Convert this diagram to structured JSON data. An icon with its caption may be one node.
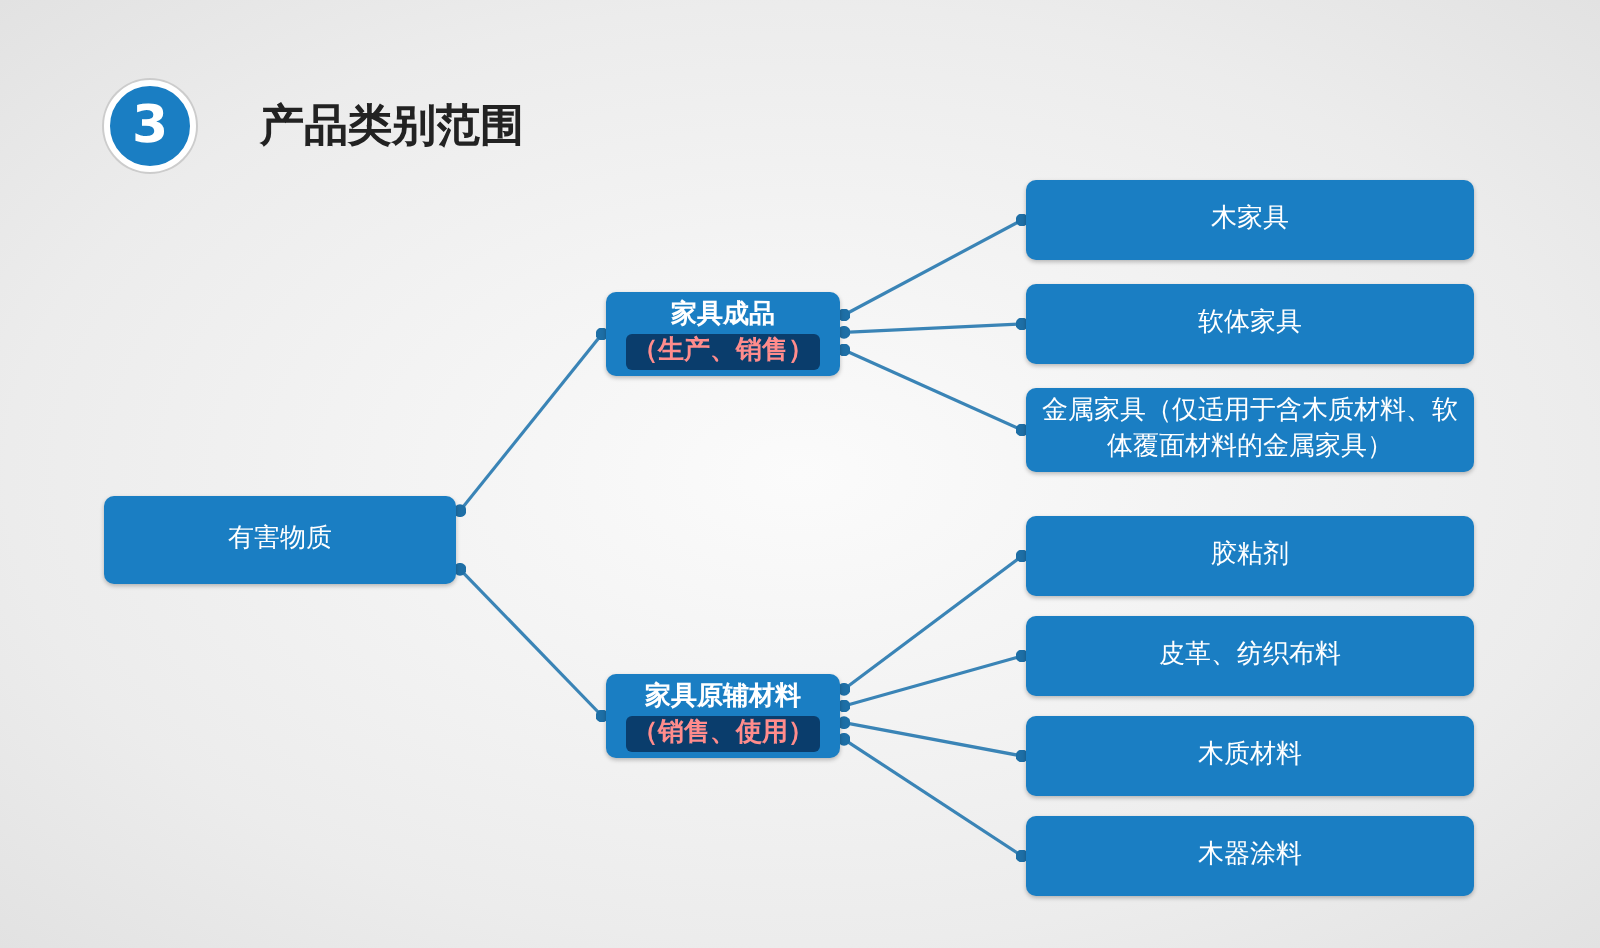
{
  "diagram": {
    "title": "产品类别范围",
    "nodes": [
      {
        "text": [
          "有害物质"
        ]
      },
      {
        "text": [
          "家具成品",
          "（生产、销售）"
        ]
      },
      {
        "text": [
          "家具原辅材料",
          "（销售、使用）"
        ]
      },
      {
        "text": [
          "木家具"
        ]
      },
      {
        "text": [
          "软体家具"
        ]
      },
      {
        "text": [
          "金属家具（仅适用于含木质材料、软体覆面材料的金属家具）"
        ]
      },
      {
        "text": [
          "胶粘剂"
        ]
      },
      {
        "text": [
          "皮革、纺织布料"
        ]
      },
      {
        "text": [
          "木质材料"
        ]
      },
      {
        "text": [
          "木器涂料"
        ]
      }
    ],
    "edges": [
      {
        "from": 0,
        "to": 1,
        "arrow": "other"
      },
      {
        "from": 0,
        "to": 2,
        "arrow": "other"
      },
      {
        "from": 1,
        "to": 3,
        "arrow": "other"
      },
      {
        "from": 1,
        "to": 4,
        "arrow": "other"
      },
      {
        "from": 1,
        "to": 5,
        "arrow": "other"
      },
      {
        "from": 2,
        "to": 6,
        "arrow": "other"
      },
      {
        "from": 2,
        "to": 7,
        "arrow": "other"
      },
      {
        "from": 2,
        "to": 8,
        "arrow": "other"
      },
      {
        "from": 2,
        "to": 9,
        "arrow": "other"
      }
    ],
    "labels": [
      "3"
    ]
  }
}
